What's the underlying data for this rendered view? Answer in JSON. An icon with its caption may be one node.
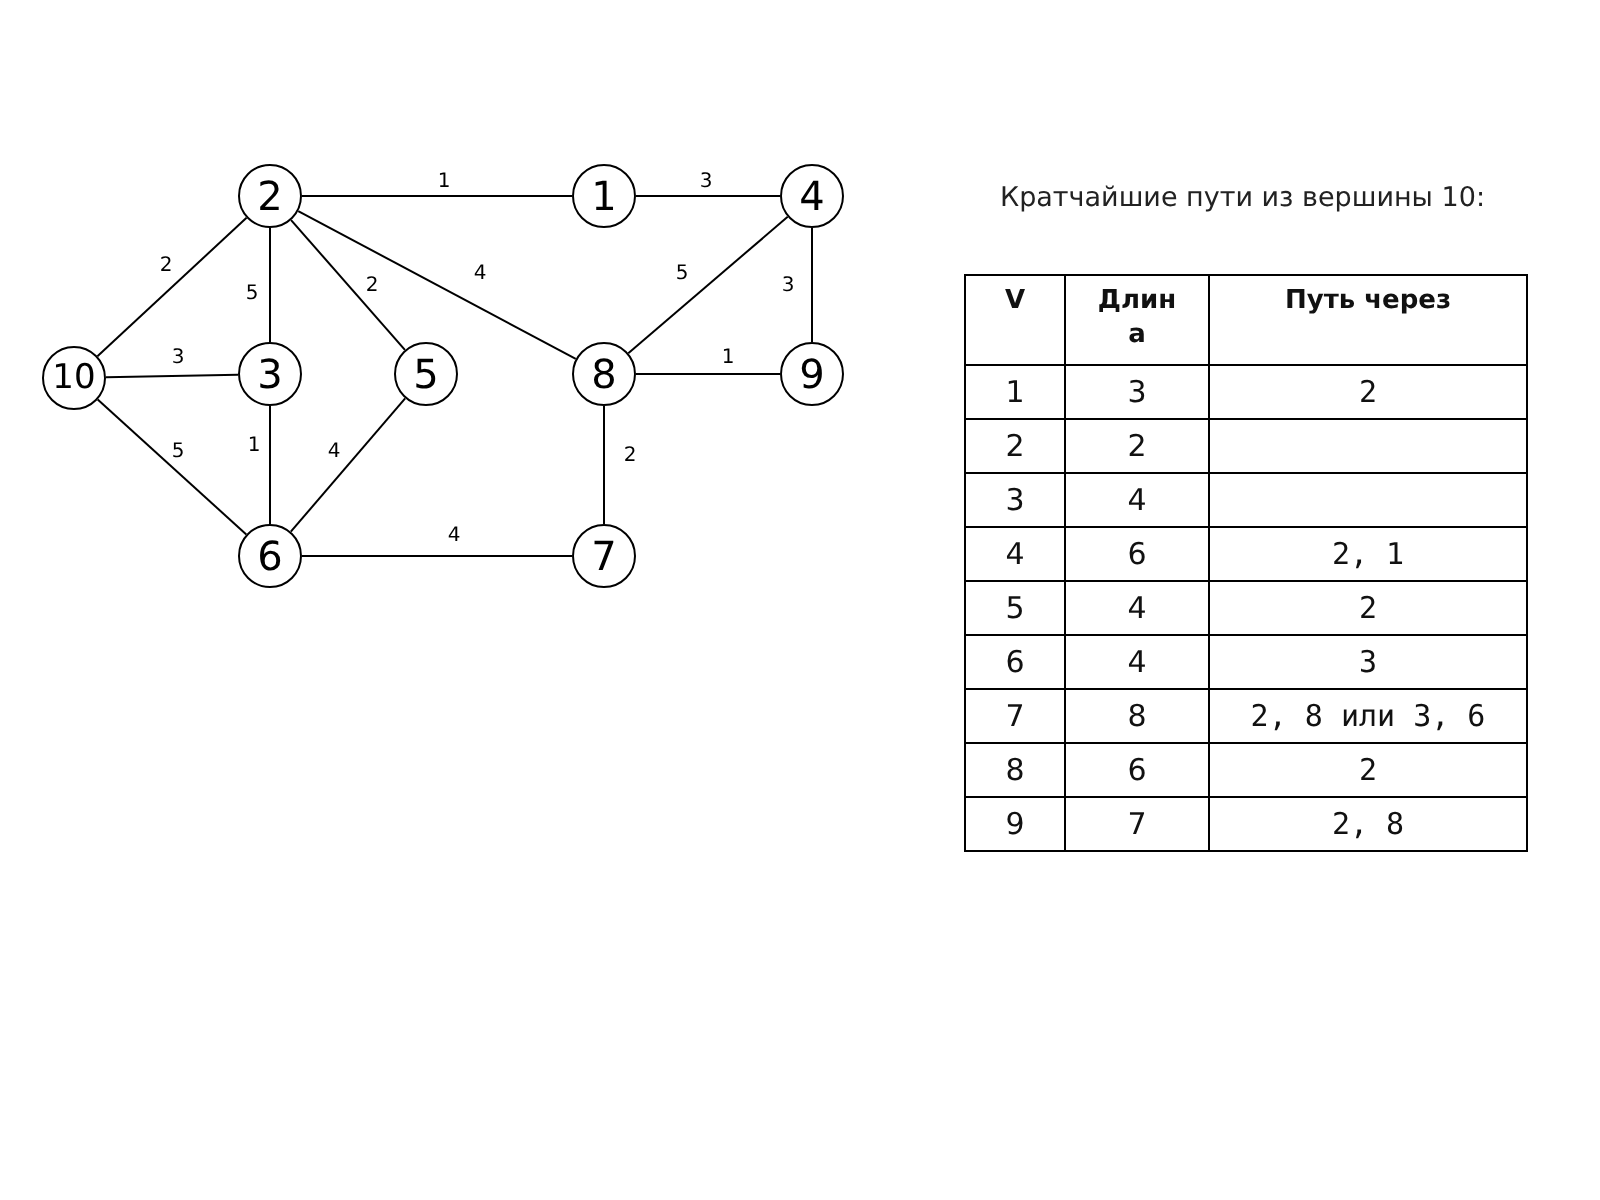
{
  "diagram": {
    "title": "Кратчайшие пути из вершины 10:",
    "nodes": [
      {
        "text": [
          "2"
        ]
      },
      {
        "text": [
          "1"
        ]
      },
      {
        "text": [
          "4"
        ]
      },
      {
        "text": [
          "10"
        ]
      },
      {
        "text": [
          "3"
        ]
      },
      {
        "text": [
          "5"
        ]
      },
      {
        "text": [
          "8"
        ]
      },
      {
        "text": [
          "9"
        ]
      },
      {
        "text": [
          "6"
        ]
      },
      {
        "text": [
          "7"
        ]
      }
    ],
    "edges": [
      {
        "from": 0,
        "to": 1,
        "arrow": "none",
        "label": "1"
      },
      {
        "from": 1,
        "to": 2,
        "arrow": "none",
        "label": "3"
      },
      {
        "from": 0,
        "to": 3,
        "arrow": "none",
        "label": "2"
      },
      {
        "from": 0,
        "to": 4,
        "arrow": "none",
        "label": "5"
      },
      {
        "from": 0,
        "to": 5,
        "arrow": "none",
        "label": "2"
      },
      {
        "from": 0,
        "to": 6,
        "arrow": "none",
        "label": "4"
      },
      {
        "from": 2,
        "to": 6,
        "arrow": "none",
        "label": "5"
      },
      {
        "from": 2,
        "to": 7,
        "arrow": "none",
        "label": "3"
      },
      {
        "from": 3,
        "to": 4,
        "arrow": "none",
        "label": "3"
      },
      {
        "from": 6,
        "to": 7,
        "arrow": "none",
        "label": "1"
      },
      {
        "from": 3,
        "to": 8,
        "arrow": "none",
        "label": "5"
      },
      {
        "from": 4,
        "to": 8,
        "arrow": "none",
        "label": "1"
      },
      {
        "from": 5,
        "to": 8,
        "arrow": "none",
        "label": "4"
      },
      {
        "from": 6,
        "to": 9,
        "arrow": "none",
        "label": "2"
      },
      {
        "from": 8,
        "to": 9,
        "arrow": "none",
        "label": "4"
      }
    ],
    "labels": [
      "V",
      "Длина",
      "Путь через",
      "1",
      "3",
      "2",
      "2",
      "2",
      "3",
      "4",
      "4",
      "6",
      "2, 1",
      "5",
      "4",
      "2",
      "6",
      "4",
      "3",
      "7",
      "8",
      "2, 8 или 3, 6",
      "8",
      "6",
      "2",
      "9",
      "7",
      "2, 8"
    ]
  }
}
